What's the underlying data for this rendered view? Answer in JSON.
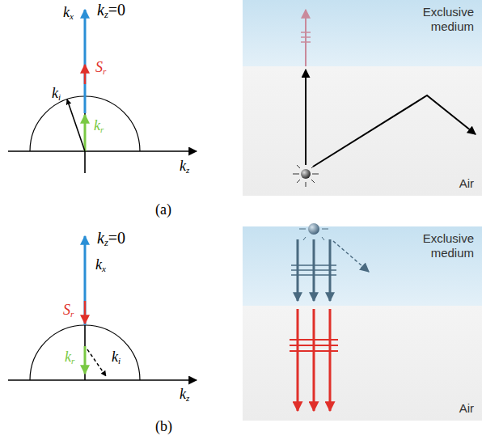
{
  "diagram": {
    "nodes": [
      {
        "text": [
          "Exclusive medium"
        ]
      },
      {
        "text": [
          "Air"
        ]
      },
      {
        "text": [
          "Exclusive medium"
        ]
      },
      {
        "text": [
          "Air"
        ]
      }
    ],
    "labels": [
      "kz=0",
      "kx",
      "Sr",
      "ki",
      "kr",
      "kz",
      "(a)",
      "kz=0",
      "kx",
      "Sr",
      "kr",
      "ki",
      "kz",
      "(b)"
    ]
  }
}
